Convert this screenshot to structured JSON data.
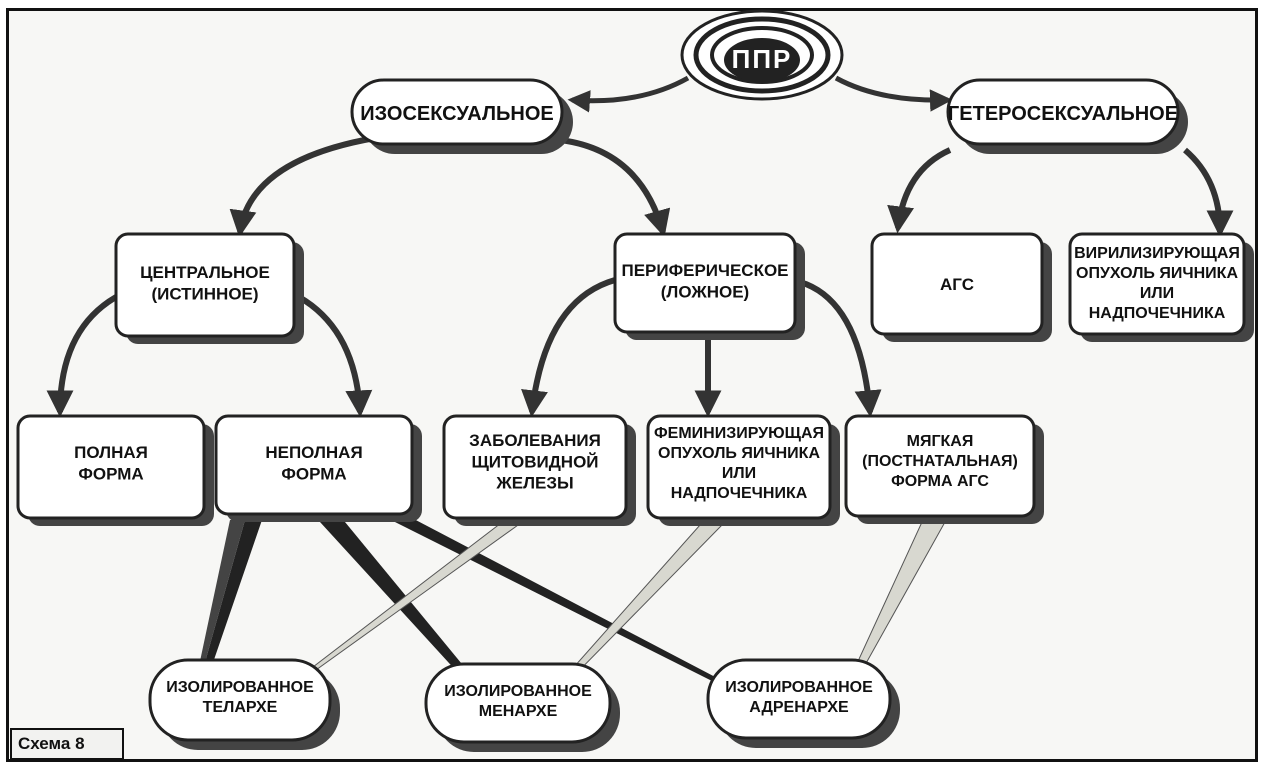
{
  "root": "ППР",
  "iso": "ИЗОСЕКСУАЛЬНОЕ",
  "hetero": "ГЕТЕРОСЕКСУАЛЬНОЕ",
  "central": [
    "ЦЕНТРАЛЬНОЕ",
    "(ИСТИННОЕ)"
  ],
  "peripheral": [
    "ПЕРИФЕРИЧЕСКОЕ",
    "(ЛОЖНОЕ)"
  ],
  "ags": [
    "АГС"
  ],
  "virilizing": [
    "ВИРИЛИЗИРУЮЩАЯ",
    "ОПУХОЛЬ ЯИЧНИКА",
    "ИЛИ",
    "НАДПОЧЕЧНИКА"
  ],
  "full_form": [
    "ПОЛНАЯ",
    "ФОРМА"
  ],
  "incomplete_form": [
    "НЕПОЛНАЯ",
    "ФОРМА"
  ],
  "thyroid": [
    "ЗАБОЛЕВАНИЯ",
    "ЩИТОВИДНОЙ",
    "ЖЕЛЕЗЫ"
  ],
  "feminizing": [
    "ФЕМИНИЗИРУЮЩАЯ",
    "ОПУХОЛЬ ЯИЧНИКА",
    "ИЛИ",
    "НАДПОЧЕЧНИКА"
  ],
  "mild": [
    "МЯГКАЯ",
    "(ПОСТНАТАЛЬНАЯ)",
    "ФОРМА АГС"
  ],
  "thelarche": [
    "ИЗОЛИРОВАННОЕ",
    "ТЕЛАРХЕ"
  ],
  "menarche": [
    "ИЗОЛИРОВАННОЕ",
    "МЕНАРХЕ"
  ],
  "adrenarche": [
    "ИЗОЛИРОВАННОЕ",
    "АДРЕНАРХЕ"
  ],
  "caption": "Схема 8"
}
